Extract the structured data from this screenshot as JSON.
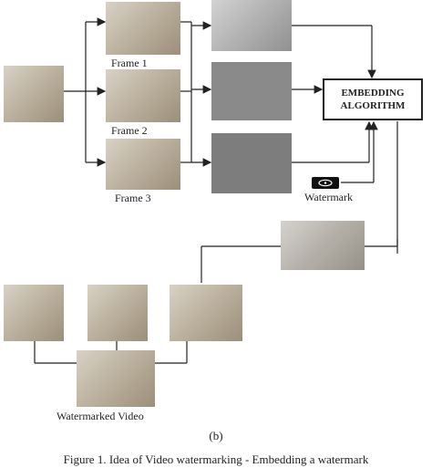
{
  "labels": {
    "frame_1": "Frame 1",
    "frame_2": "Frame 2",
    "frame_3": "Frame 3",
    "embedding_line1": "EMBEDDING",
    "embedding_line2": "ALGORITHM",
    "watermark": "Watermark",
    "watermarked_video": "Watermarked Video",
    "subfig": "(b)",
    "caption": "Figure 1. Idea of Video watermarking - Embedding a watermark"
  },
  "colors": {
    "line": "#222222",
    "face_frame": "#b8ae9a",
    "grey_frame": "#8a8a8a"
  }
}
